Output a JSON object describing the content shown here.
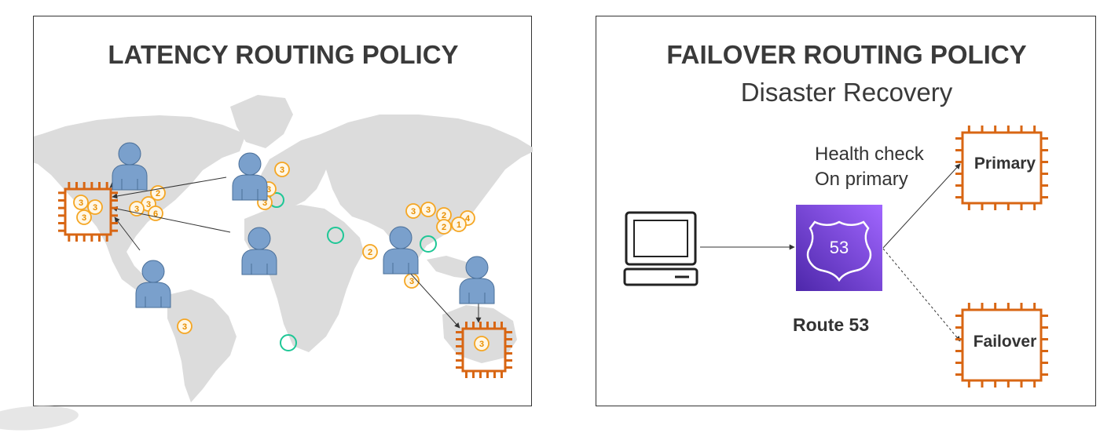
{
  "latency": {
    "title": "LATENCY ROUTING POLICY",
    "badges": [
      {
        "label": "3"
      },
      {
        "label": "3"
      },
      {
        "label": "3"
      },
      {
        "label": "3"
      },
      {
        "label": "2"
      },
      {
        "label": "3"
      },
      {
        "label": "3"
      },
      {
        "label": "6"
      },
      {
        "label": "3"
      },
      {
        "label": "3"
      },
      {
        "label": "3"
      },
      {
        "label": "3"
      },
      {
        "label": "3"
      },
      {
        "label": "2"
      },
      {
        "label": "2"
      },
      {
        "label": "4"
      },
      {
        "label": "1"
      },
      {
        "label": "2"
      },
      {
        "label": "3"
      },
      {
        "label": "3"
      },
      {
        "label": "3"
      }
    ]
  },
  "failover": {
    "title": "FAILOVER ROUTING POLICY",
    "subtitle": "Disaster Recovery",
    "health_line1": "Health check",
    "health_line2": "On primary",
    "route53_label": "Route 53",
    "route53_icon_text": "53",
    "primary_label": "Primary",
    "failover_label": "Failover"
  },
  "colors": {
    "chip_orange": "#d86613",
    "user_blue": "#7aa0cc",
    "badge_orange": "#f5a623",
    "region_green": "#1ec796",
    "route53_purple": "#8c4fff",
    "map_gray": "#dcdcdc"
  }
}
